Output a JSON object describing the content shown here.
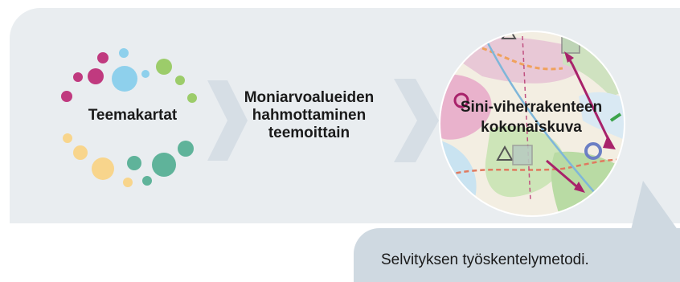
{
  "steps": [
    {
      "label": "Teemakartat"
    },
    {
      "label": "Moniarvoalueiden hahmottaminen teemoittain"
    },
    {
      "label": "Sini-viherrakenteen kokonaiskuva"
    }
  ],
  "callout": {
    "text": "Selvityksen työskentelymetodi."
  },
  "colors": {
    "panel": "#e9edf0",
    "callout": "#cfd9e1",
    "arrow": "#d4dde4",
    "magenta": "#c03a7f",
    "blue": "#8ed0ec",
    "green": "#9ccc6a",
    "yellow": "#f8d58c",
    "teal": "#5fb39a",
    "map_arrow": "#a8226a"
  }
}
